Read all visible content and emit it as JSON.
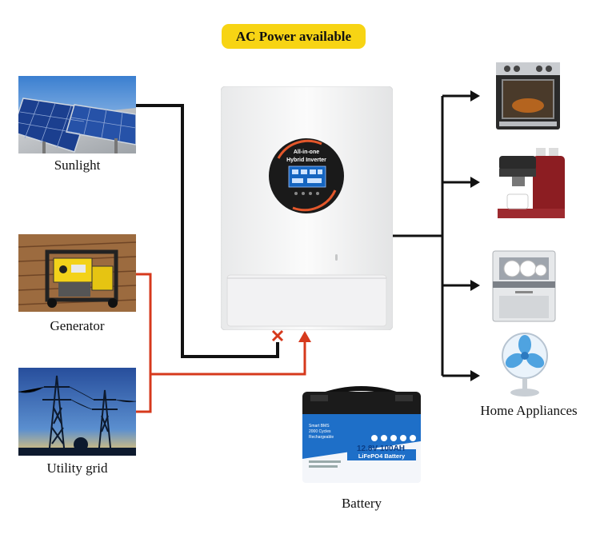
{
  "banner": {
    "text": "AC Power available"
  },
  "sources": [
    {
      "label": "Sunlight",
      "icon": "solar-panel-icon"
    },
    {
      "label": "Generator",
      "icon": "generator-icon"
    },
    {
      "label": "Utility grid",
      "icon": "transmission-tower-icon"
    }
  ],
  "inverter": {
    "line1": "All-in-one",
    "line2": "Hybrid Inverter"
  },
  "battery": {
    "label": "Battery",
    "spec": "12.8V 100AH",
    "chem": "LiFePO4 Battery",
    "features": [
      "Smart BMS",
      "2000 Cycles",
      "Rechargeable"
    ]
  },
  "outputs": {
    "label": "Home Appliances",
    "items": [
      "oven-icon",
      "coffee-machine-icon",
      "dishwasher-icon",
      "electric-fan-icon"
    ]
  },
  "colors": {
    "banner": "#f7d414",
    "dc_wire": "#111111",
    "ac_wire": "#d6391c",
    "lcd": "#1565c0",
    "battery_label": "#1e6fc8"
  }
}
